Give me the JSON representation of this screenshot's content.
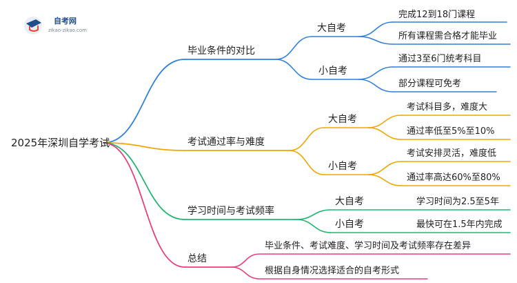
{
  "logo": {
    "name": "自考网",
    "url": "zikao-zikao.com"
  },
  "root": "2025年深圳自学考试",
  "branches": [
    {
      "label": "毕业条件的对比",
      "color": "#2e7fe0",
      "children": [
        {
          "label": "大自考",
          "items": [
            "完成12到18门课程",
            "所有课程需合格才能毕业"
          ]
        },
        {
          "label": "小自考",
          "items": [
            "通过3至6门统考科目",
            "部分课程可免考"
          ]
        }
      ]
    },
    {
      "label": "考试通过率与难度",
      "color": "#f0a500",
      "children": [
        {
          "label": "大自考",
          "items": [
            "考试科目多，难度大",
            "通过率低至5%至10%"
          ]
        },
        {
          "label": "小自考",
          "items": [
            "考试安排灵活，难度低",
            "通过率高达60%至80%"
          ]
        }
      ]
    },
    {
      "label": "学习时间与考试频率",
      "color": "#22b573",
      "children": [
        {
          "label": "大自考",
          "items": [
            "学习时间为2.5至5年"
          ]
        },
        {
          "label": "小自考",
          "items": [
            "最快可在1.5年内完成"
          ]
        }
      ]
    },
    {
      "label": "总结",
      "color": "#e83e7a",
      "children": [],
      "items": [
        "毕业条件、考试难度、学习时间及考试频率存在差异",
        "根据自身情况选择适合的自考形式"
      ]
    }
  ]
}
